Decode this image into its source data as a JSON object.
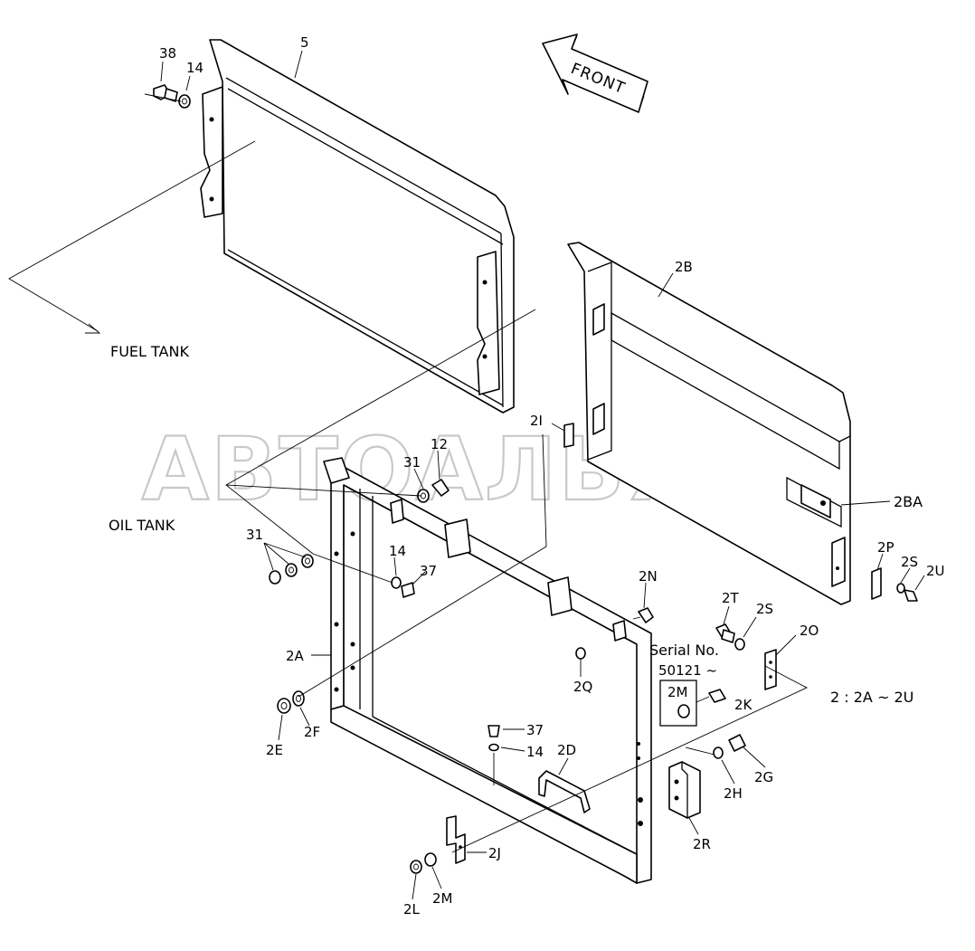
{
  "watermark": "АВТОАЛЬЯНС",
  "direction": {
    "label": "FRONT"
  },
  "notes": {
    "fuel_tank": "FUEL TANK",
    "oil_tank": "OIL TANK",
    "serial_line1": "Serial No.",
    "serial_line2": "50121 ~",
    "range": "2 : 2A ~ 2U"
  },
  "callouts": {
    "c38": "38",
    "c14_top": "14",
    "c5": "5",
    "c2B": "2B",
    "c2I": "2I",
    "c12": "12",
    "c31_top": "31",
    "c31_left": "31",
    "c14_mid": "14",
    "c37_mid": "37",
    "c2A": "2A",
    "c2E": "2E",
    "c2F": "2F",
    "c2BA": "2BA",
    "c2P": "2P",
    "c2S_right": "2S",
    "c2U": "2U",
    "c2N": "2N",
    "c2T": "2T",
    "c2S": "2S",
    "c2O": "2O",
    "c2Q": "2Q",
    "c2M_box": "2M",
    "c2K": "2K",
    "c37_low": "37",
    "c14_low": "14",
    "c2D": "2D",
    "c2G": "2G",
    "c2H": "2H",
    "c2R": "2R",
    "c2J": "2J",
    "c2L": "2L",
    "c2M": "2M"
  }
}
